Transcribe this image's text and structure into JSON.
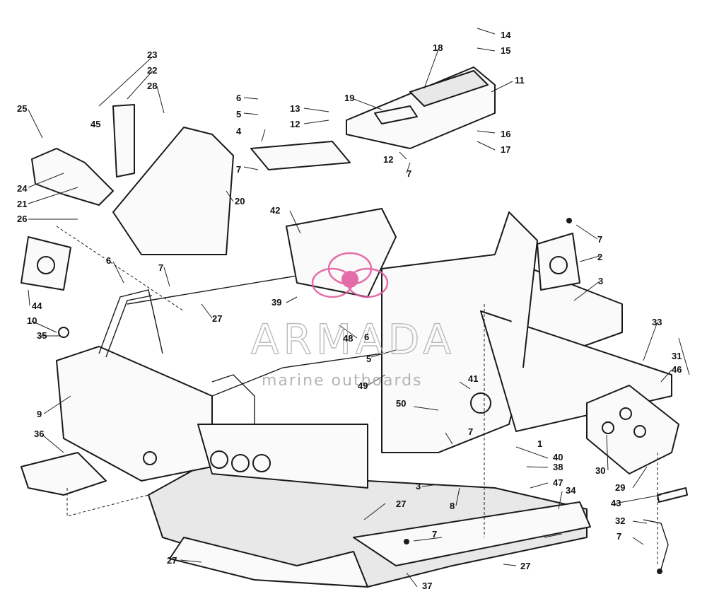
{
  "watermark": {
    "brand": "ARMADA",
    "tagline": "marine outboards"
  },
  "colors": {
    "ink": "#111111",
    "watermark_logo": "#e0559a",
    "watermark_text": "#a8a8a8"
  },
  "callouts": [
    {
      "id": "1",
      "text": "1"
    },
    {
      "id": "2",
      "text": "2"
    },
    {
      "id": "3a",
      "text": "3"
    },
    {
      "id": "3b",
      "text": "3"
    },
    {
      "id": "4",
      "text": "4"
    },
    {
      "id": "5a",
      "text": "5"
    },
    {
      "id": "5b",
      "text": "5"
    },
    {
      "id": "6a",
      "text": "6"
    },
    {
      "id": "6b",
      "text": "6"
    },
    {
      "id": "6c",
      "text": "6"
    },
    {
      "id": "7a",
      "text": "7"
    },
    {
      "id": "7b",
      "text": "7"
    },
    {
      "id": "7c",
      "text": "7"
    },
    {
      "id": "7d",
      "text": "7"
    },
    {
      "id": "7e",
      "text": "7"
    },
    {
      "id": "7f",
      "text": "7"
    },
    {
      "id": "7g",
      "text": "7"
    },
    {
      "id": "8",
      "text": "8"
    },
    {
      "id": "9",
      "text": "9"
    },
    {
      "id": "10",
      "text": "10"
    },
    {
      "id": "11",
      "text": "11"
    },
    {
      "id": "12a",
      "text": "12"
    },
    {
      "id": "12b",
      "text": "12"
    },
    {
      "id": "13",
      "text": "13"
    },
    {
      "id": "14",
      "text": "14"
    },
    {
      "id": "15",
      "text": "15"
    },
    {
      "id": "16",
      "text": "16"
    },
    {
      "id": "17",
      "text": "17"
    },
    {
      "id": "18",
      "text": "18"
    },
    {
      "id": "19",
      "text": "19"
    },
    {
      "id": "20",
      "text": "20"
    },
    {
      "id": "21",
      "text": "21"
    },
    {
      "id": "22",
      "text": "22"
    },
    {
      "id": "23",
      "text": "23"
    },
    {
      "id": "24",
      "text": "24"
    },
    {
      "id": "25",
      "text": "25"
    },
    {
      "id": "26",
      "text": "26"
    },
    {
      "id": "27a",
      "text": "27"
    },
    {
      "id": "27b",
      "text": "27"
    },
    {
      "id": "27c",
      "text": "27"
    },
    {
      "id": "27d",
      "text": "27"
    },
    {
      "id": "28",
      "text": "28"
    },
    {
      "id": "29",
      "text": "29"
    },
    {
      "id": "30",
      "text": "30"
    },
    {
      "id": "31",
      "text": "31"
    },
    {
      "id": "32",
      "text": "32"
    },
    {
      "id": "33",
      "text": "33"
    },
    {
      "id": "34",
      "text": "34"
    },
    {
      "id": "35",
      "text": "35"
    },
    {
      "id": "36",
      "text": "36"
    },
    {
      "id": "37",
      "text": "37"
    },
    {
      "id": "38",
      "text": "38"
    },
    {
      "id": "39",
      "text": "39"
    },
    {
      "id": "40",
      "text": "40"
    },
    {
      "id": "41",
      "text": "41"
    },
    {
      "id": "42",
      "text": "42"
    },
    {
      "id": "43",
      "text": "43"
    },
    {
      "id": "44",
      "text": "44"
    },
    {
      "id": "45",
      "text": "45"
    },
    {
      "id": "46",
      "text": "46"
    },
    {
      "id": "47",
      "text": "47"
    },
    {
      "id": "48",
      "text": "48"
    },
    {
      "id": "49",
      "text": "49"
    },
    {
      "id": "50",
      "text": "50"
    }
  ]
}
